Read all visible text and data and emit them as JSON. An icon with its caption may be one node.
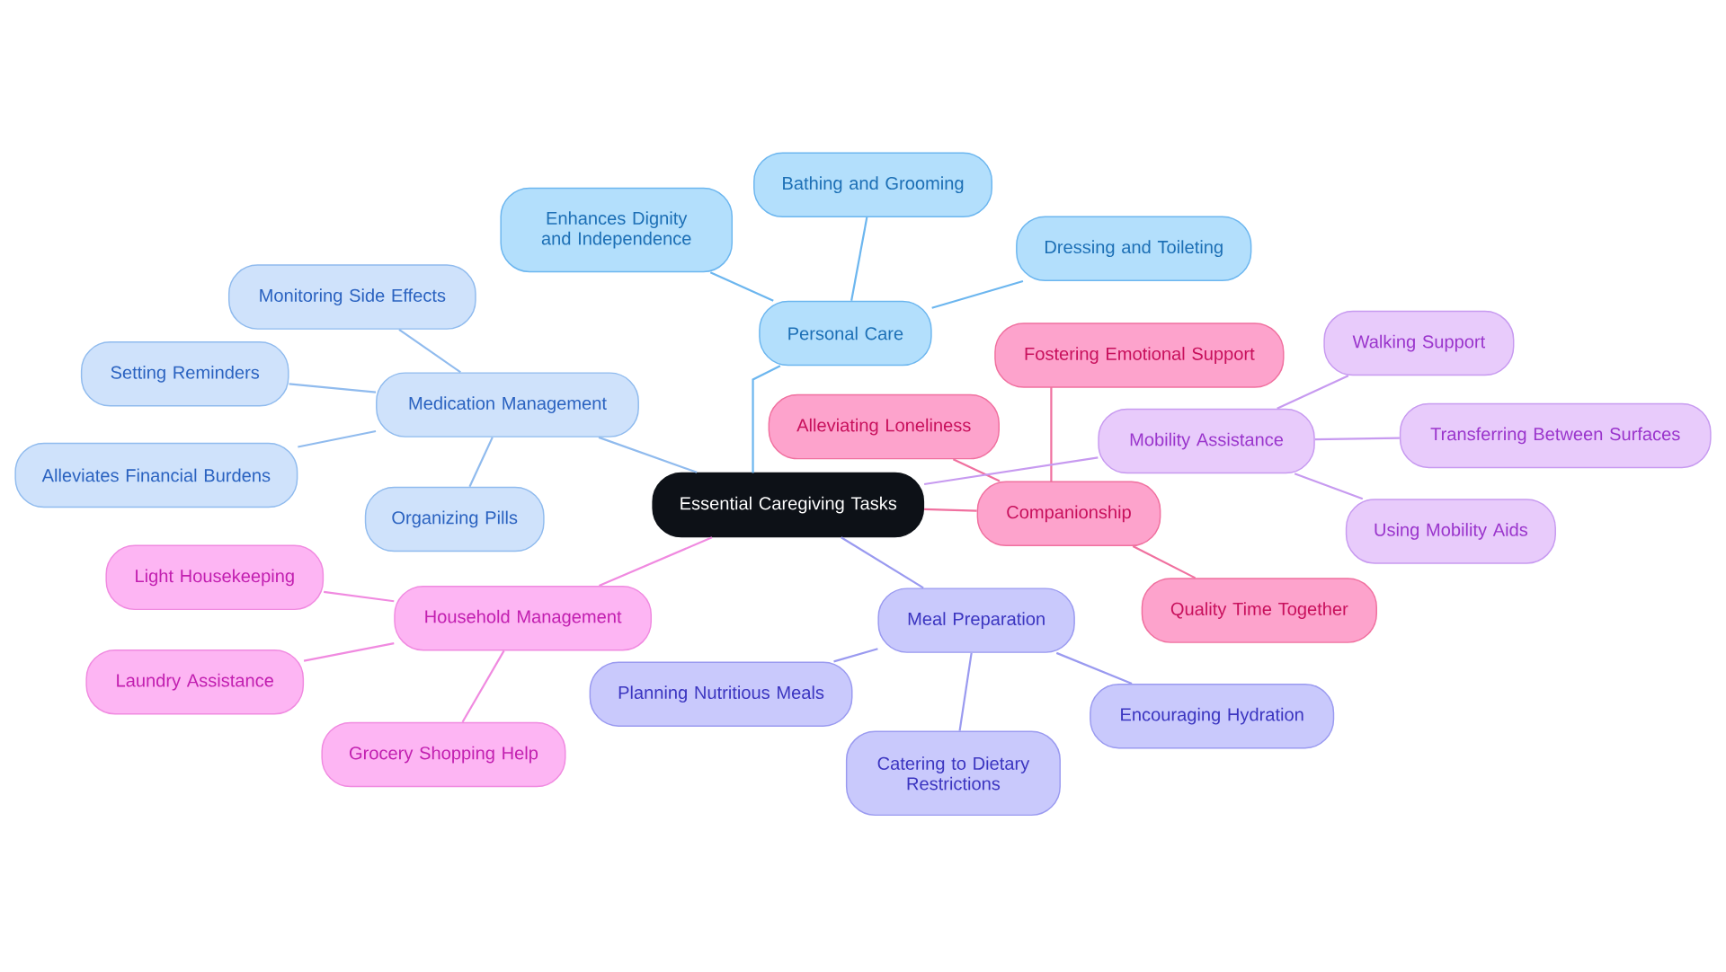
{
  "diagram": {
    "nodes": [
      {
        "text": [
          "Essential Caregiving Tasks"
        ]
      },
      {
        "text": [
          "Personal Care"
        ]
      },
      {
        "text": [
          "Bathing and Grooming"
        ]
      },
      {
        "text": [
          "Enhances Dignity and Independence"
        ]
      },
      {
        "text": [
          "Dressing and Toileting"
        ]
      },
      {
        "text": [
          "Medication Management"
        ]
      },
      {
        "text": [
          "Monitoring Side Effects"
        ]
      },
      {
        "text": [
          "Setting Reminders"
        ]
      },
      {
        "text": [
          "Alleviates Financial Burdens"
        ]
      },
      {
        "text": [
          "Organizing Pills"
        ]
      },
      {
        "text": [
          "Household Management"
        ]
      },
      {
        "text": [
          "Light Housekeeping"
        ]
      },
      {
        "text": [
          "Laundry Assistance"
        ]
      },
      {
        "text": [
          "Grocery Shopping Help"
        ]
      },
      {
        "text": [
          "Meal Preparation"
        ]
      },
      {
        "text": [
          "Planning Nutritious Meals"
        ]
      },
      {
        "text": [
          "Catering to Dietary Restrictions"
        ]
      },
      {
        "text": [
          "Encouraging Hydration"
        ]
      },
      {
        "text": [
          "Companionship"
        ]
      },
      {
        "text": [
          "Fostering Emotional Support"
        ]
      },
      {
        "text": [
          "Alleviating Loneliness"
        ]
      },
      {
        "text": [
          "Quality Time Together"
        ]
      },
      {
        "text": [
          "Mobility Assistance"
        ]
      },
      {
        "text": [
          "Walking Support"
        ]
      },
      {
        "text": [
          "Transferring Between Surfaces"
        ]
      },
      {
        "text": [
          "Using Mobility Aids"
        ]
      }
    ],
    "edges": [
      {
        "from": 0,
        "to": 1,
        "arrow": "none",
        "color": "#6cb6ef"
      },
      {
        "from": 1,
        "to": 2,
        "arrow": "none",
        "color": "#6cb6ef"
      },
      {
        "from": 1,
        "to": 3,
        "arrow": "none",
        "color": "#6cb6ef"
      },
      {
        "from": 1,
        "to": 4,
        "arrow": "none",
        "color": "#6cb6ef"
      },
      {
        "from": 0,
        "to": 5,
        "arrow": "none",
        "color": "#90bbee"
      },
      {
        "from": 5,
        "to": 6,
        "arrow": "none",
        "color": "#90bbee"
      },
      {
        "from": 5,
        "to": 7,
        "arrow": "none",
        "color": "#90bbee"
      },
      {
        "from": 5,
        "to": 8,
        "arrow": "none",
        "color": "#90bbee"
      },
      {
        "from": 5,
        "to": 9,
        "arrow": "none",
        "color": "#90bbee"
      },
      {
        "from": 0,
        "to": 10,
        "arrow": "none",
        "color": "#f08ae0"
      },
      {
        "from": 10,
        "to": 11,
        "arrow": "none",
        "color": "#f08ae0"
      },
      {
        "from": 10,
        "to": 12,
        "arrow": "none",
        "color": "#f08ae0"
      },
      {
        "from": 10,
        "to": 13,
        "arrow": "none",
        "color": "#f08ae0"
      },
      {
        "from": 0,
        "to": 14,
        "arrow": "none",
        "color": "#9a9af0"
      },
      {
        "from": 14,
        "to": 15,
        "arrow": "none",
        "color": "#9a9af0"
      },
      {
        "from": 14,
        "to": 16,
        "arrow": "none",
        "color": "#9a9af0"
      },
      {
        "from": 14,
        "to": 17,
        "arrow": "none",
        "color": "#9a9af0"
      },
      {
        "from": 0,
        "to": 18,
        "arrow": "none",
        "color": "#f0709f"
      },
      {
        "from": 18,
        "to": 19,
        "arrow": "none",
        "color": "#f0709f"
      },
      {
        "from": 18,
        "to": 20,
        "arrow": "none",
        "color": "#f0709f"
      },
      {
        "from": 18,
        "to": 21,
        "arrow": "none",
        "color": "#f0709f"
      },
      {
        "from": 0,
        "to": 22,
        "arrow": "none",
        "color": "#c79af0"
      },
      {
        "from": 22,
        "to": 23,
        "arrow": "none",
        "color": "#c79af0"
      },
      {
        "from": 22,
        "to": 24,
        "arrow": "none",
        "color": "#c79af0"
      },
      {
        "from": 22,
        "to": 25,
        "arrow": "none",
        "color": "#c79af0"
      }
    ]
  }
}
